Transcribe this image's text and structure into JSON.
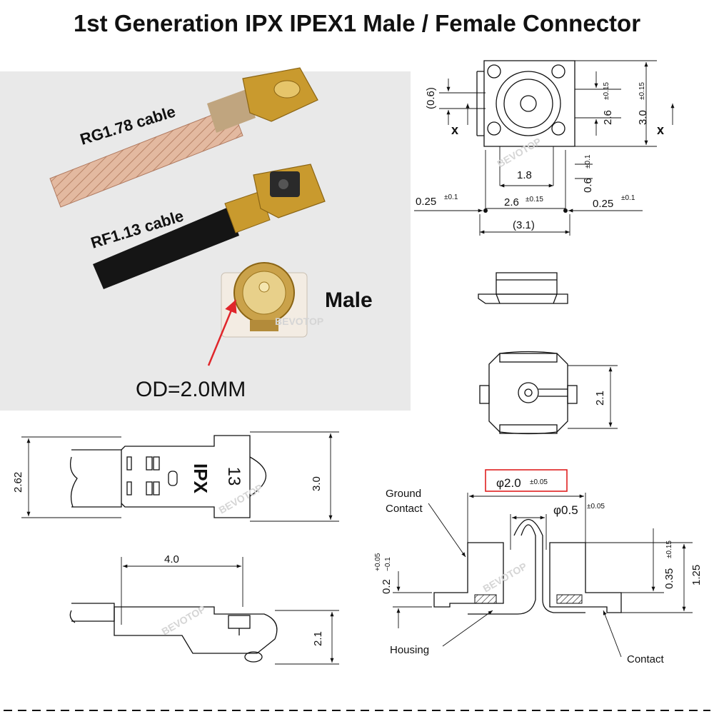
{
  "title": "1st Generation IPX IPEX1 Male / Female Connector",
  "photo": {
    "cable_rg": "RG1.78 cable",
    "cable_rf": "RF1.13 cable",
    "male_label": "Male",
    "od_label": "OD=2.0MM",
    "colors": {
      "cable_label": "#d9414e",
      "arrow": "#e0262b",
      "gold": "#c99a2e",
      "cable_tan": "#e0b59c",
      "cable_black": "#151515"
    }
  },
  "watermark": "BEVOTOP",
  "top_view": {
    "d_0_6": "(0.6)",
    "d_2_6": "2.6",
    "tol_2_6": "±0.15",
    "d_3_0": "3.0",
    "tol_3_0": "±0.15",
    "x": "x",
    "d_1_8": "1.8",
    "d_0_6b": "0.6",
    "tol_0_6b": "±0.1",
    "d_0_25_left": "0.25",
    "tol_0_25_left": "±0.1",
    "d_2_6_bottom": "2.6",
    "tol_2_6_bottom": "±0.15",
    "d_0_25_right": "0.25",
    "tol_0_25_right": "±0.1",
    "d_3_1": "(3.1)"
  },
  "bottom_view": {
    "d_2_1": "2.1"
  },
  "female_top": {
    "d_2_62": "2.62",
    "d_3_0": "3.0",
    "ipx": "IPX",
    "num": "13"
  },
  "female_side": {
    "d_4_0": "4.0",
    "d_2_1": "2.1"
  },
  "section": {
    "phi_2_0": "φ2.0",
    "tol_phi_2_0": "±0.05",
    "phi_0_5": "φ0.5",
    "tol_phi_0_5": "±0.05",
    "ground_contact_1": "Ground",
    "ground_contact_2": "Contact",
    "housing": "Housing",
    "contact": "Contact",
    "d_0_2": "0.2",
    "tol_0_2_plus": "+0.05",
    "tol_0_2_minus": "−0.1",
    "d_0_35": "0.35",
    "tol_0_35": "±0.15",
    "d_1_25": "1.25",
    "highlight_color": "#e02020"
  }
}
